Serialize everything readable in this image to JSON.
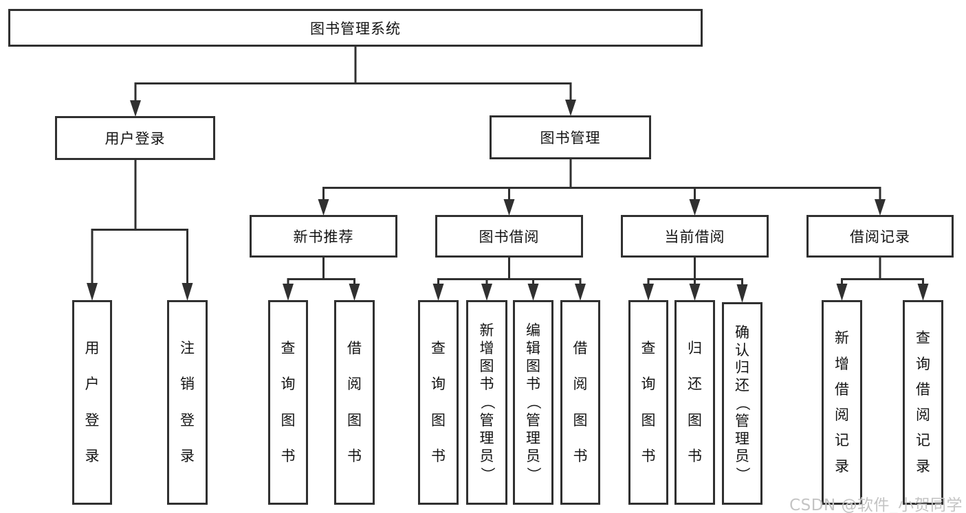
{
  "diagram": {
    "type": "hierarchy-tree",
    "tree": {
      "label": "图书管理系统",
      "children": [
        {
          "label": "用户登录",
          "children": [
            {
              "label": "用户登录"
            },
            {
              "label": "注销登录"
            }
          ]
        },
        {
          "label": "图书管理",
          "children": [
            {
              "label": "新书推荐",
              "children": [
                {
                  "label": "查询图书"
                },
                {
                  "label": "借阅图书"
                }
              ]
            },
            {
              "label": "图书借阅",
              "children": [
                {
                  "label": "查询图书"
                },
                {
                  "label": "新增图书（管理员）"
                },
                {
                  "label": "编辑图书（管理员）"
                },
                {
                  "label": "借阅图书"
                }
              ]
            },
            {
              "label": "当前借阅",
              "children": [
                {
                  "label": "查询图书"
                },
                {
                  "label": "归还图书"
                },
                {
                  "label": "确认归还（管理员）"
                }
              ]
            },
            {
              "label": "借阅记录",
              "children": [
                {
                  "label": "新增借阅记录"
                },
                {
                  "label": "查询借阅记录"
                }
              ]
            }
          ]
        }
      ]
    },
    "watermark": "CSDN @软件_小贺同学",
    "colors": {
      "line": "#303030",
      "text": "#141414",
      "background": "#ffffff",
      "watermark": "#c4c4c4"
    }
  }
}
